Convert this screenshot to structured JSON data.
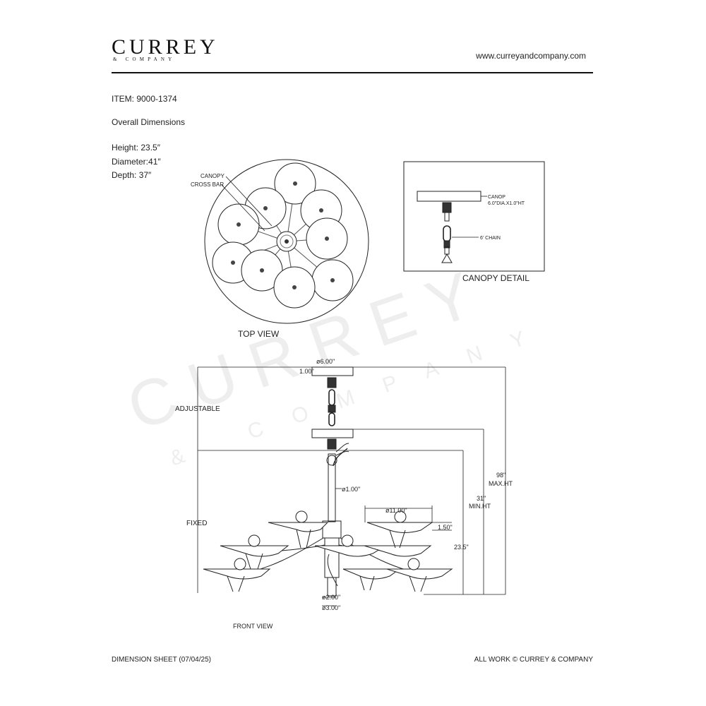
{
  "header": {
    "brand": "CURREY",
    "brand_sub": "& COMPANY",
    "website": "www.curreyandcompany.com"
  },
  "specs": {
    "item": "ITEM: 9000-1374",
    "overall": "Overall Dimensions",
    "height": "Height: 23.5″",
    "diameter": "Diameter:41″",
    "depth": "Depth: 37″"
  },
  "top_view": {
    "label_canopy": "CANOPY",
    "label_cross_bar": "CROSS BAR",
    "title": "TOP VIEW"
  },
  "canopy_detail": {
    "canopy_label": "CANOP",
    "canopy_dims": "6.0\"DIA.X1.0\"HT",
    "chain_label": "6' CHAIN",
    "title": "CANOPY DETAIL"
  },
  "front_view": {
    "dim_canopy_dia": "ø6.00\"",
    "dim_canopy_ht": "1.00\"",
    "adjustable": "ADJUSTABLE",
    "fixed": "FIXED",
    "dim_rod": "ø1.00\"",
    "dim_shade": "ø11.00\"",
    "dim_shade_ht": "1.50\"",
    "dim_height": "23.5\"",
    "dim_min_1": "31\"",
    "dim_min_2": "MIN.HT",
    "dim_max_1": "98\"",
    "dim_max_2": "MAX.HT",
    "dim_bottom_1": "ø2.00\"",
    "dim_bottom_2": "ø3.00\"",
    "title": "FRONT VIEW"
  },
  "watermark": {
    "main": "CURREY",
    "sub": "& COMPANY"
  },
  "footer": {
    "left": "DIMENSION SHEET (07/04/25)",
    "right": "ALL WORK © CURREY & COMPANY"
  }
}
